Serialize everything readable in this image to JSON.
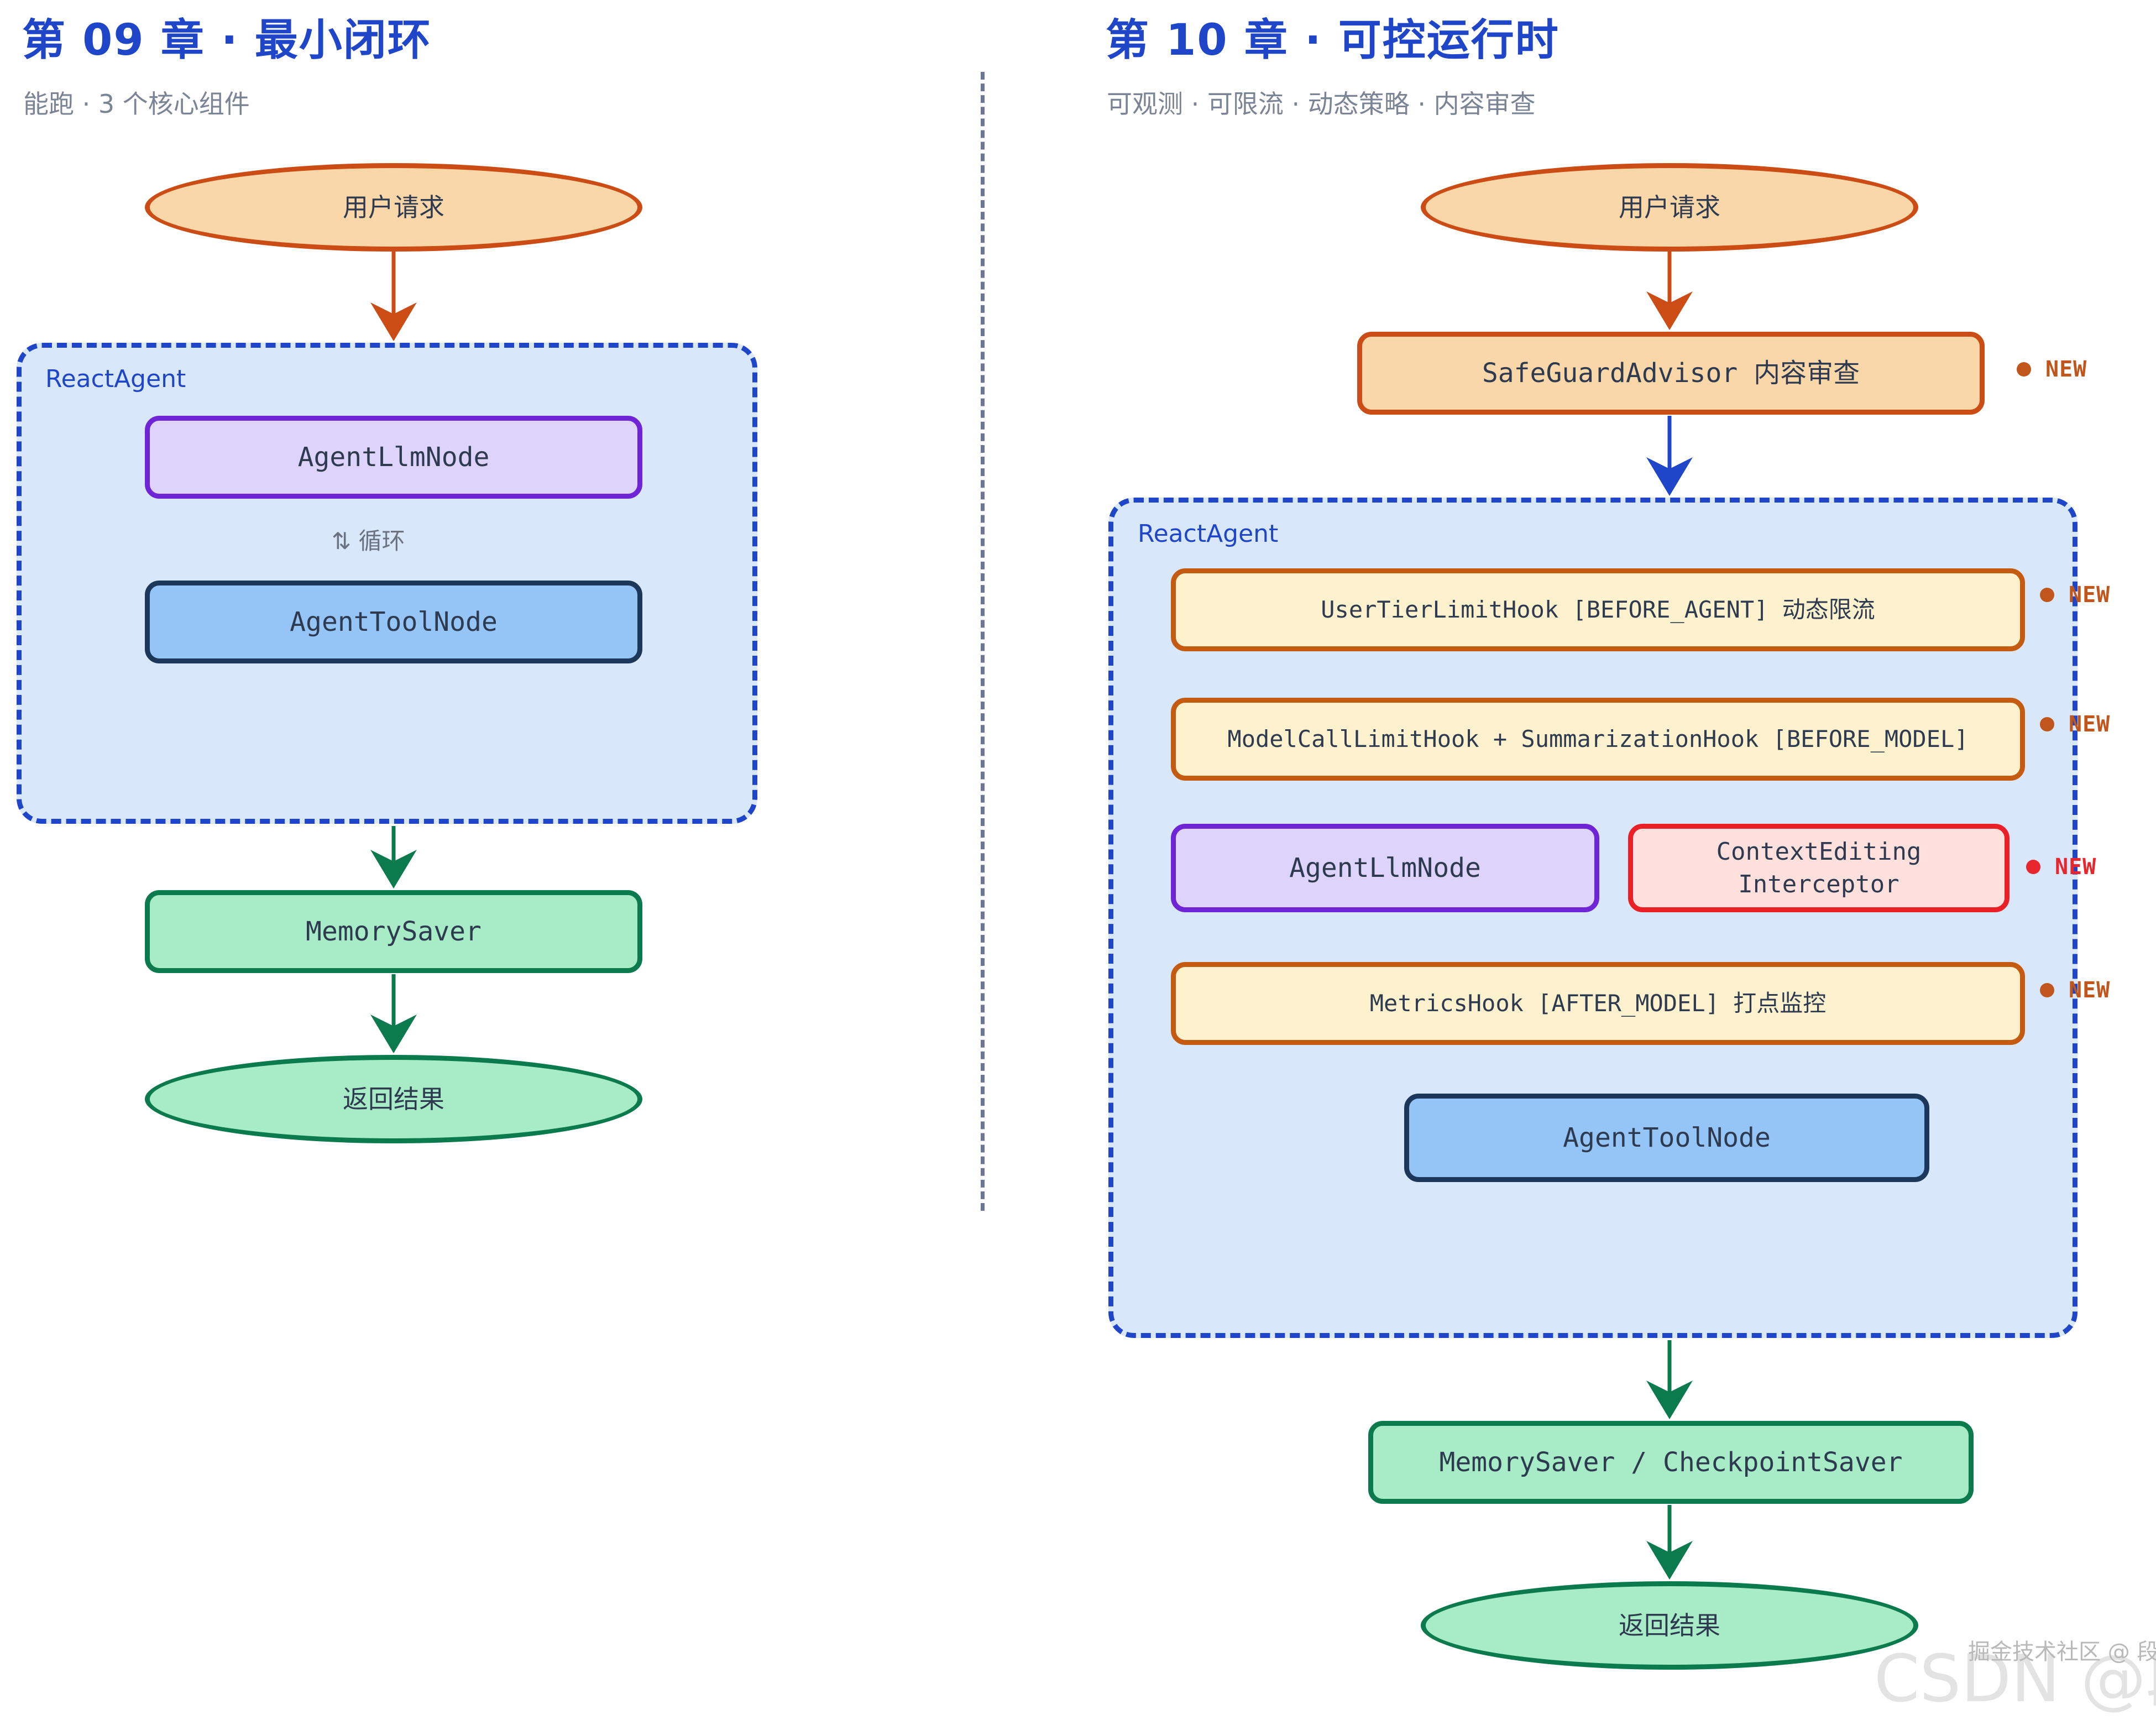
{
  "columns": {
    "left": {
      "title": "第 09 章 · 最小闭环",
      "subtitle": "能跑 · 3 个核心组件",
      "start_node": "用户请求",
      "group_label": "ReactAgent",
      "llm_node": "AgentLlmNode",
      "loop_label": "⇅ 循环",
      "tool_node": "AgentToolNode",
      "saver_node": "MemorySaver",
      "end_node": "返回结果"
    },
    "right": {
      "title": "第 10 章 · 可控运行时",
      "subtitle": "可观测 · 可限流 · 动态策略 · 内容审查",
      "start_node": "用户请求",
      "advisor_node": "SafeGuardAdvisor  内容审查",
      "group_label": "ReactAgent",
      "hook_before_agent": "UserTierLimitHook  [BEFORE_AGENT]  动态限流",
      "hook_before_model": "ModelCallLimitHook + SummarizationHook  [BEFORE_MODEL]",
      "llm_node": "AgentLlmNode",
      "interceptor_line1": "ContextEditing",
      "interceptor_line2": "Interceptor",
      "hook_after_model": "MetricsHook  [AFTER_MODEL]  打点监控",
      "tool_node": "AgentToolNode",
      "saver_node": "MemorySaver / CheckpointSaver",
      "end_node": "返回结果"
    }
  },
  "badges": {
    "new_label": "NEW"
  },
  "watermarks": {
    "csdn": "CSDN @段小二",
    "juejin": "掘金技术社区 @ 段小二"
  },
  "palette": {
    "title_blue": "#1f46c8",
    "subtitle_gray": "#7b8494",
    "orange_fill": "#fad7a8",
    "orange_stroke": "#cc4c15",
    "purple_fill": "#ded4fb",
    "purple_stroke": "#6f24d6",
    "blue_fill": "#95c5f7",
    "blue_stroke": "#1b3759",
    "green_fill": "#a7ecc6",
    "green_stroke": "#0b7a4d",
    "yellow_fill": "#fdf2cd",
    "yellow_stroke": "#c55a11",
    "pink_fill": "#ffe0dc",
    "pink_stroke": "#ea2027",
    "group_fill": "#d9e7fb",
    "group_stroke": "#1f46c8",
    "badge_orange": "#c0561b",
    "badge_red": "#e8262d",
    "divider_gray": "#6b7794"
  }
}
